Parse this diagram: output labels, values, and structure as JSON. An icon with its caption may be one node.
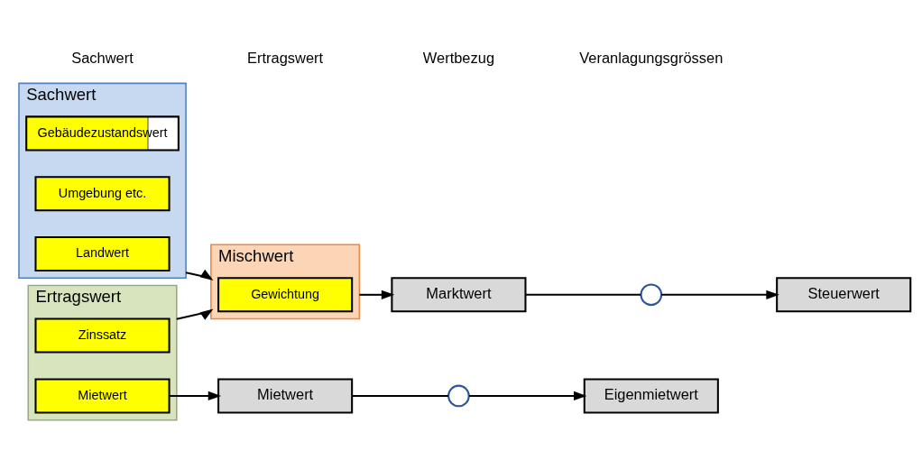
{
  "diagram": {
    "nodes": [
      {
        "text": [
          "Sachwert"
        ]
      },
      {
        "text": [
          "Gebäudezustandswert"
        ],
        "in": 0
      },
      {
        "text": [
          "Umgebung etc."
        ],
        "in": 0
      },
      {
        "text": [
          "Landwert"
        ],
        "in": 0
      },
      {
        "text": [
          "Ertragswert"
        ]
      },
      {
        "text": [
          "Mietwert"
        ],
        "in": 4
      },
      {
        "text": [
          "Zinssatz"
        ],
        "in": 4
      },
      {
        "text": [
          "Mischwert"
        ]
      },
      {
        "text": [
          "Gewichtung"
        ],
        "in": 7
      },
      {
        "text": [
          "Mietwert"
        ]
      },
      {
        "text": [],
        "shape": "circle"
      },
      {
        "text": [
          "Eigenmietwert"
        ]
      },
      {
        "text": [
          "Marktwert"
        ]
      },
      {
        "text": [],
        "shape": "circle"
      },
      {
        "text": [
          "Steuerwert"
        ]
      }
    ],
    "edges": [
      {
        "from": 0,
        "to": 7,
        "arrow": "to"
      },
      {
        "from": 4,
        "to": 7,
        "arrow": "to"
      },
      {
        "from": 5,
        "to": 9,
        "arrow": "to"
      },
      {
        "from": 9,
        "to": 10,
        "arrow": "none"
      },
      {
        "from": 10,
        "to": 11,
        "arrow": "to"
      },
      {
        "from": 7,
        "to": 12,
        "arrow": "to"
      },
      {
        "from": 12,
        "to": 13,
        "arrow": "none"
      },
      {
        "from": 13,
        "to": 14,
        "arrow": "to"
      }
    ],
    "labels": [
      "Sachwert",
      "Ertragswert",
      "Wertbezug",
      "Veranlagungsgrössen"
    ]
  }
}
